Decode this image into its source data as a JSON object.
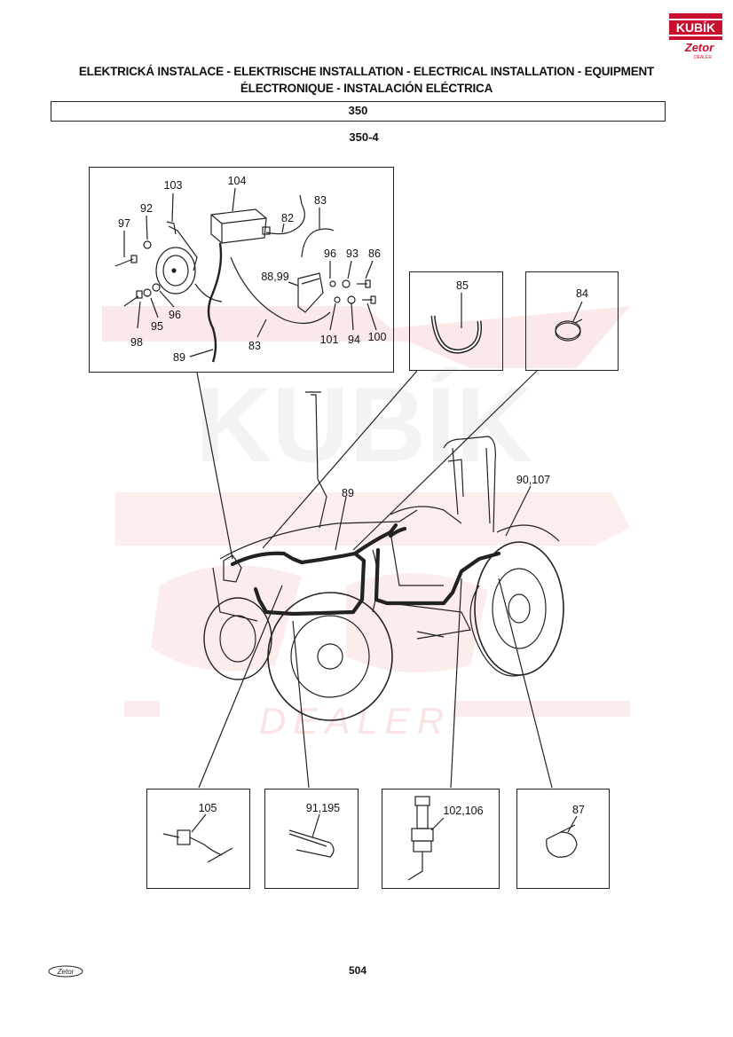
{
  "header": {
    "title_line1": "ELEKTRICKÁ INSTALACE - ELEKTRISCHE INSTALLATION - ELECTRICAL INSTALLATION - EQUIPMENT",
    "title_line2": "ÉLECTRONIQUE - INSTALACIÓN ELÉCTRICA",
    "model": "350",
    "variant": "350-4"
  },
  "logo": {
    "brand_top": "KUBÍK",
    "brand_sub": "Zetor",
    "brand_dealer": "DEALER",
    "color": "#c8102e"
  },
  "watermark": {
    "text_main": "KUBÍK",
    "text_dealer": "DEALER"
  },
  "callouts": {
    "c103": "103",
    "c104": "104",
    "c92": "92",
    "c97": "97",
    "c82": "82",
    "c83a": "83",
    "c96a": "96",
    "c93": "93",
    "c86": "86",
    "c8899": "88,99",
    "c96b": "96",
    "c98": "98",
    "c95": "95",
    "c83b": "83",
    "c101": "101",
    "c94": "94",
    "c100": "100",
    "c89a": "89",
    "c85": "85",
    "c84": "84",
    "c89b": "89",
    "c90107": "90,107",
    "c105": "105",
    "c91195": "91,195",
    "c102106": "102,106",
    "c87": "87"
  },
  "footer": {
    "page_number": "504",
    "brand_mark": "Zetor"
  }
}
